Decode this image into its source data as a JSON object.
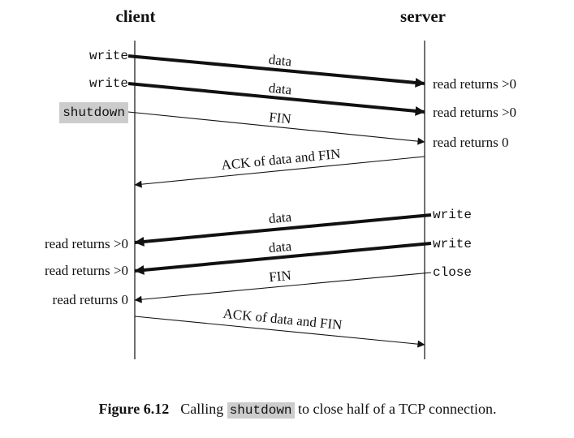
{
  "diagram": {
    "client_header": "client",
    "server_header": "server",
    "client_events": [
      {
        "label": "write",
        "highlighted": false
      },
      {
        "label": "write",
        "highlighted": false
      },
      {
        "label": "shutdown",
        "highlighted": true
      },
      {
        "label": "read returns >0",
        "highlighted": false
      },
      {
        "label": "read returns >0",
        "highlighted": false
      },
      {
        "label": "read returns 0",
        "highlighted": false
      }
    ],
    "server_events": [
      {
        "label": "read returns >0"
      },
      {
        "label": "read returns >0"
      },
      {
        "label": "read returns 0"
      },
      {
        "label": "write"
      },
      {
        "label": "write"
      },
      {
        "label": "close"
      }
    ],
    "messages": [
      {
        "label": "data",
        "from": "client",
        "to": "server",
        "weight": "thick"
      },
      {
        "label": "data",
        "from": "client",
        "to": "server",
        "weight": "thick"
      },
      {
        "label": "FIN",
        "from": "client",
        "to": "server",
        "weight": "thin"
      },
      {
        "label": "ACK of data and FIN",
        "from": "server",
        "to": "client",
        "weight": "thin"
      },
      {
        "label": "data",
        "from": "server",
        "to": "client",
        "weight": "thick"
      },
      {
        "label": "data",
        "from": "server",
        "to": "client",
        "weight": "thick"
      },
      {
        "label": "FIN",
        "from": "server",
        "to": "client",
        "weight": "thin"
      },
      {
        "label": "ACK of data and FIN",
        "from": "client",
        "to": "server",
        "weight": "thin"
      }
    ]
  },
  "caption": {
    "figure_label": "Figure 6.12",
    "text_before": "Calling",
    "code": "shutdown",
    "text_after": "to close half of a TCP connection."
  },
  "colors": {
    "ink": "#111111",
    "highlight": "#cccccc",
    "background": "#ffffff"
  }
}
